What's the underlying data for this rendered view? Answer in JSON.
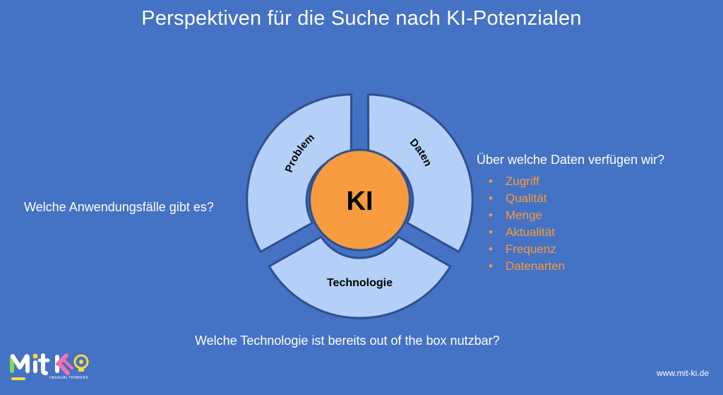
{
  "title": "Perspektiven für die Suche nach KI-Potenzialen",
  "diagram": {
    "center_label": "KI",
    "segments": [
      {
        "id": "problem",
        "label": "Problem"
      },
      {
        "id": "daten",
        "label": "Daten"
      },
      {
        "id": "technologie",
        "label": "Technologie"
      }
    ]
  },
  "questions": {
    "problem": "Welche Anwendungsfälle gibt es?",
    "daten": "Über welche Daten verfügen wir?",
    "technologie": "Welche Technologie ist bereits out of the box nutzbar?"
  },
  "daten_aspects": [
    "Zugriff",
    "Qualität",
    "Menge",
    "Aktualität",
    "Frequenz",
    "Datenarten"
  ],
  "footer": {
    "url": "www.mit-ki.de",
    "logo_text": "Mit KI",
    "logo_tagline": "UNUSUAL THINKERS"
  },
  "colors": {
    "background": "#4472C4",
    "segment_fill": "#B4D0F8",
    "segment_stroke": "#2F4F8F",
    "center_fill": "#F79B3E",
    "accent_text": "#F79B3E"
  }
}
